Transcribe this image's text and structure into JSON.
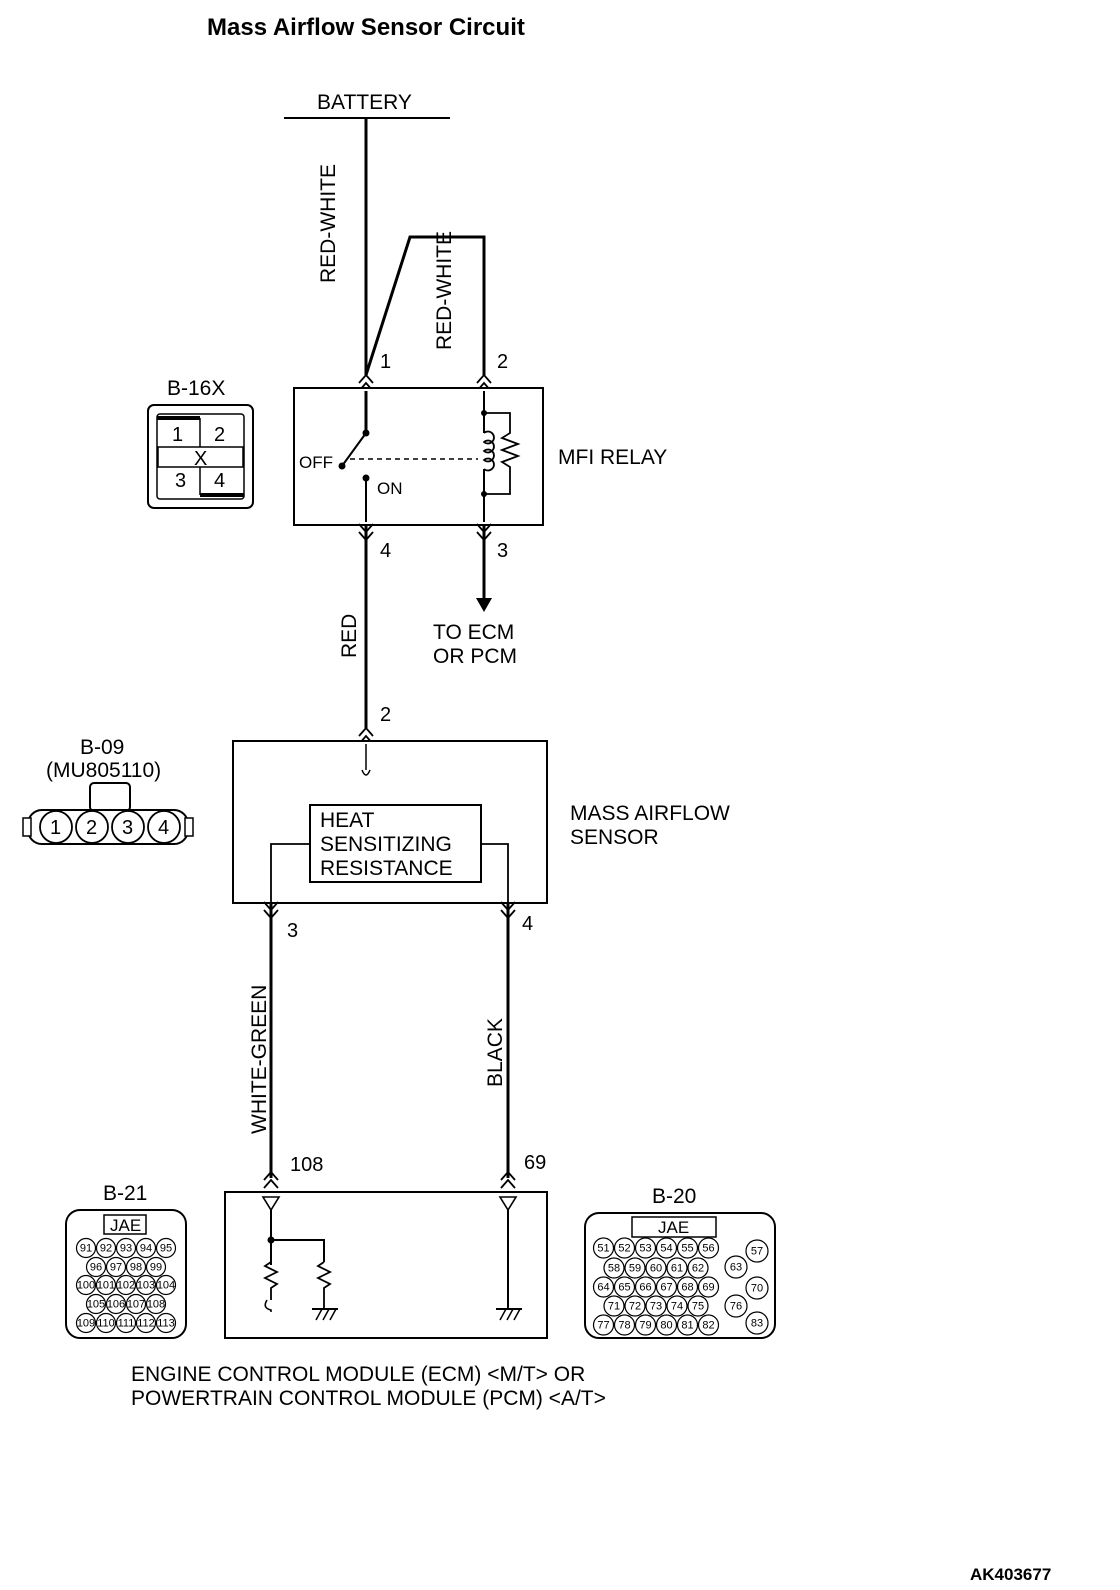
{
  "title": "Mass Airflow Sensor Circuit",
  "battery": "BATTERY",
  "wires": {
    "battery_feed": "RED-WHITE",
    "relay_coil_feed": "RED-WHITE",
    "relay_to_sensor": "RED",
    "sensor_signal": "WHITE-GREEN",
    "sensor_ground": "BLACK"
  },
  "relay": {
    "name": "MFI RELAY",
    "connector": "B-16X",
    "connector_pins": [
      "1",
      "2",
      "3",
      "4"
    ],
    "connector_mark": "X",
    "pins": {
      "p1": "1",
      "p2": "2",
      "p3": "3",
      "p4": "4"
    },
    "switch_off": "OFF",
    "switch_on": "ON",
    "to_ecm_line1": "TO ECM",
    "to_ecm_line2": "OR PCM"
  },
  "sensor": {
    "name_line1": "MASS AIRFLOW",
    "name_line2": "SENSOR",
    "connector": "B-09",
    "part_number": "(MU805110)",
    "connector_pins": [
      "1",
      "2",
      "3",
      "4"
    ],
    "pins": {
      "p2": "2",
      "p3": "3",
      "p4": "4"
    },
    "element_line1": "HEAT",
    "element_line2": "SENSITIZING",
    "element_line3": "RESISTANCE"
  },
  "ecm": {
    "pins": {
      "signal": "108",
      "ground": "69"
    },
    "label_line1": "ENGINE CONTROL MODULE (ECM) <M/T> OR",
    "label_line2": "POWERTRAIN CONTROL MODULE (PCM) <A/T>",
    "connector_b21": {
      "name": "B-21",
      "brand": "JAE",
      "rows": [
        [
          "91",
          "92",
          "93",
          "94",
          "95"
        ],
        [
          "96",
          "97",
          "98",
          "99"
        ],
        [
          "100",
          "101",
          "102",
          "103",
          "104"
        ],
        [
          "105",
          "106",
          "107",
          "108"
        ],
        [
          "109",
          "110",
          "111",
          "112",
          "113"
        ]
      ]
    },
    "connector_b20": {
      "name": "B-20",
      "brand": "JAE",
      "rows": [
        [
          "51",
          "52",
          "53",
          "54",
          "55",
          "56"
        ],
        [
          "58",
          "59",
          "60",
          "61",
          "62"
        ],
        [
          "64",
          "65",
          "66",
          "67",
          "68",
          "69"
        ],
        [
          "71",
          "72",
          "73",
          "74",
          "75"
        ],
        [
          "77",
          "78",
          "79",
          "80",
          "81",
          "82"
        ]
      ],
      "side_pins": [
        "57",
        "63",
        "70",
        "76",
        "83"
      ]
    }
  },
  "figure_code": "AK403677"
}
